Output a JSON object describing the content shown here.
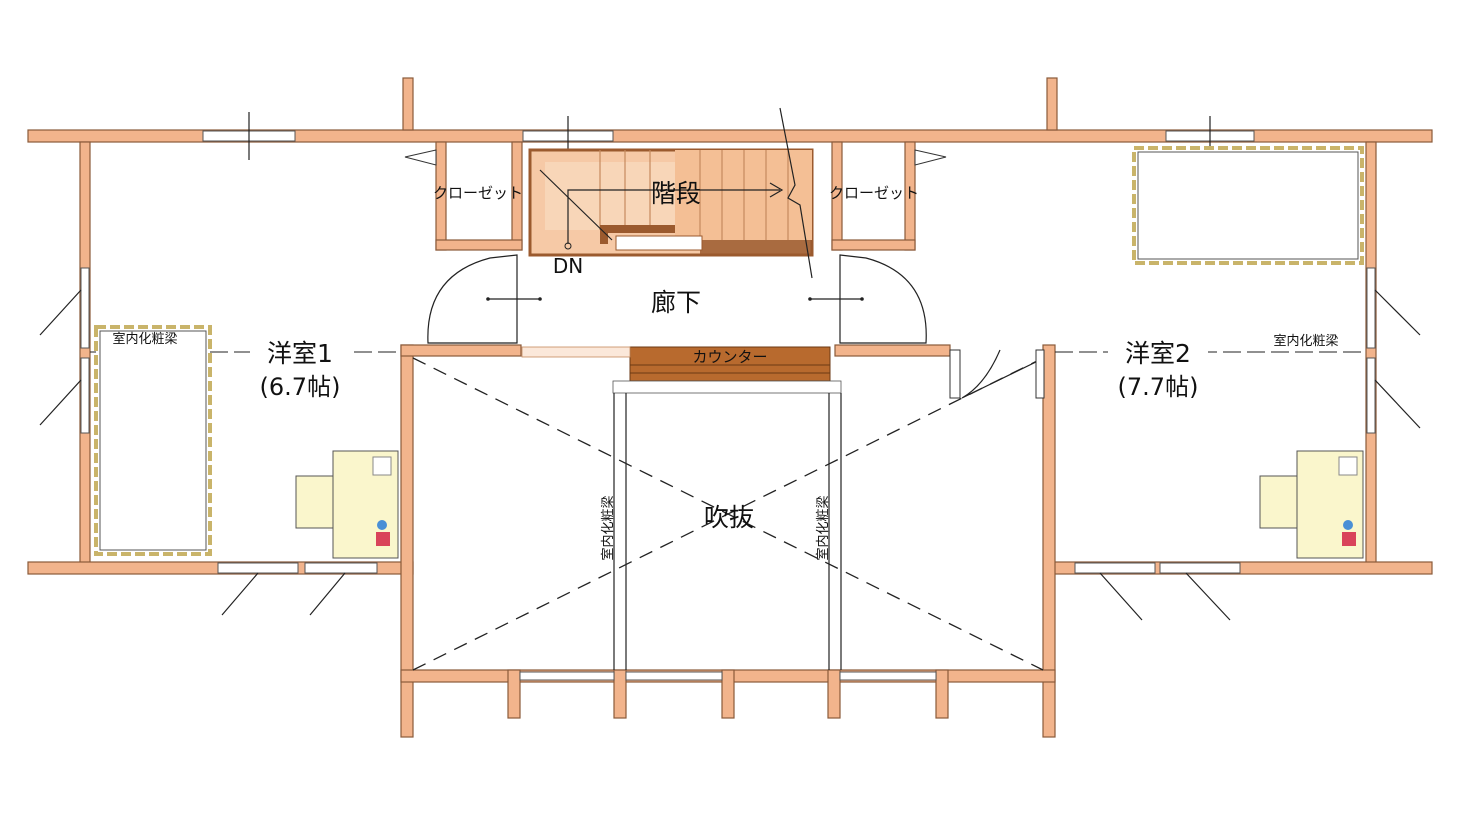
{
  "rooms": {
    "room1": {
      "name": "洋室1",
      "size": "(6.7帖)"
    },
    "room2": {
      "name": "洋室2",
      "size": "(7.7帖)"
    },
    "stairs": "階段",
    "hallway": "廊下",
    "void": "吹抜",
    "counter": "カウンター",
    "closet_left": "クローゼット",
    "closet_right": "クローゼット",
    "down": "DN"
  },
  "annotations": {
    "beam_room1": "室内化粧梁",
    "beam_room2": "室内化粧梁",
    "beam_void_left": "室内化粧梁",
    "beam_void_right": "室内化粧梁"
  },
  "colors": {
    "wall": "#f2b48c",
    "wall_stroke": "#8a5a3a",
    "stair": "#f6c9a6",
    "counter": "#b86a2e",
    "desk": "#faf6cc",
    "bed_border": "#c9b46a",
    "line": "#222222"
  }
}
